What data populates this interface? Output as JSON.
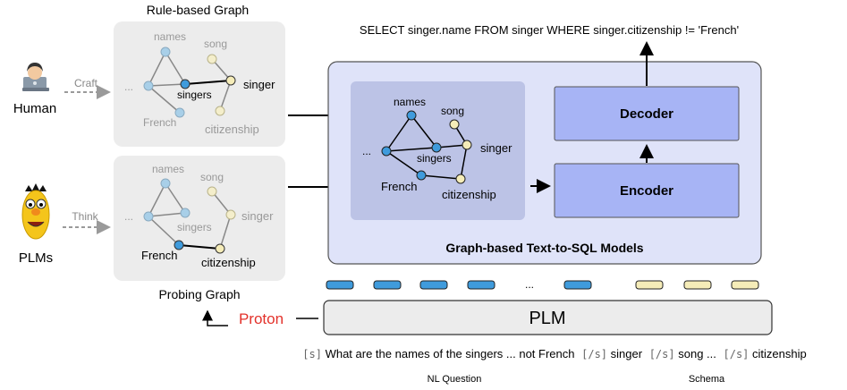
{
  "titles": {
    "rule_graph": "Rule-based Graph",
    "probing_graph": "Probing Graph",
    "sql_query": "SELECT singer.name FROM singer WHERE singer.citizenship != 'French'",
    "models": "Graph-based Text-to-SQL Models"
  },
  "actors": {
    "human": "Human",
    "plms": "PLMs",
    "craft": "Craft",
    "think": "Think"
  },
  "graph_nodes": {
    "names": "names",
    "song": "song",
    "ellipsis": "...",
    "singers": "singers",
    "singer": "singer",
    "french": "French",
    "citizenship": "citizenship"
  },
  "blocks": {
    "decoder": "Decoder",
    "encoder": "Encoder",
    "plm": "PLM",
    "proton": "Proton"
  },
  "input": {
    "sep_s": "[s]",
    "sep_end": "[/s]",
    "question": "What are the names of the singers ... not French",
    "schema_1": "singer",
    "schema_2": "song ...",
    "schema_3": "citizenship",
    "nl_label": "NL Question",
    "schema_label": "Schema",
    "token_gap": "..."
  },
  "colors": {
    "question_node": "#8ec4e8",
    "schema_node": "#f5ecb8",
    "model_panel": "#dfe3f9",
    "block": "#a7b4f5",
    "proton": "#e3322b"
  }
}
